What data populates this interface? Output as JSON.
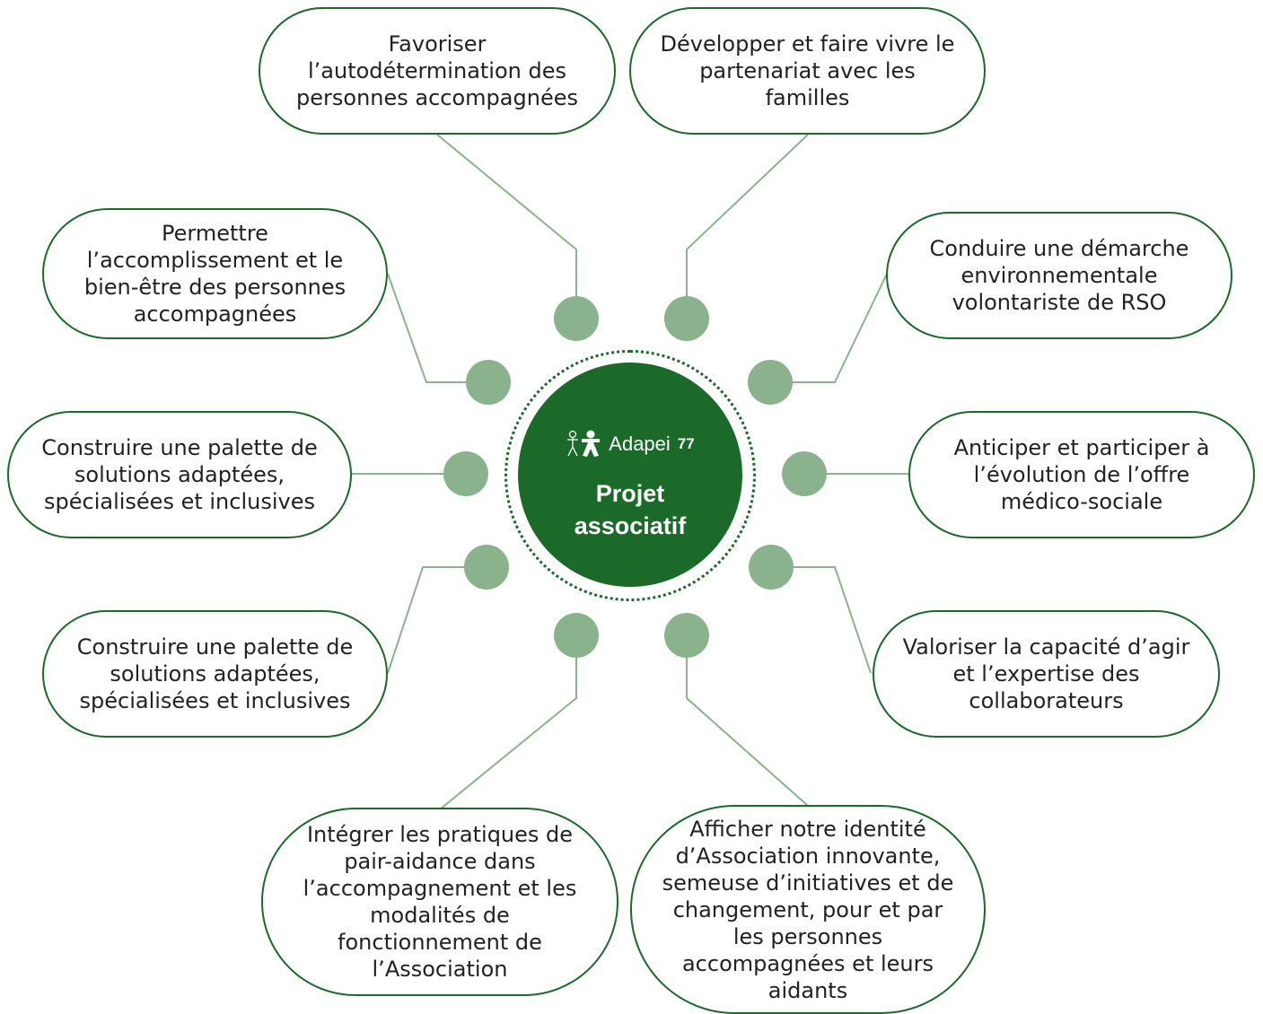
{
  "center": {
    "logo_text": "Adapei",
    "logo_number": "77",
    "title": "Projet\nassociatif"
  },
  "colors": {
    "primary_green": "#1b6a2a",
    "dot_green": "#8ab38d",
    "connector": "#8ab38d",
    "text": "#222222"
  },
  "goals": [
    {
      "id": "top-left",
      "text": "Favoriser\nl’autodétermination des\npersonnes accompagnées"
    },
    {
      "id": "top-right",
      "text": "Développer et faire vivre le\npartenariat avec les\nfamilles"
    },
    {
      "id": "upper-left",
      "text": "Permettre\nl’accomplissement et le\nbien-être des personnes\naccompagnées"
    },
    {
      "id": "upper-right",
      "text": "Conduire une démarche\nenvironnementale\nvolontariste de RSO"
    },
    {
      "id": "middle-left",
      "text": "Construire une palette de\nsolutions adaptées,\nspécialisées et inclusives"
    },
    {
      "id": "middle-right",
      "text": "Anticiper et participer à\nl’évolution de l’offre\nmédico-sociale"
    },
    {
      "id": "lower-left",
      "text": "Construire une palette de\nsolutions adaptées,\nspécialisées et inclusives"
    },
    {
      "id": "lower-right",
      "text": "Valoriser la capacité d’agir\net l’expertise des\ncollaborateurs"
    },
    {
      "id": "bottom-left",
      "text": "Intégrer les pratiques de\npair-aidance dans\nl’accompagnement et les\nmodalités de\nfonctionnement de\nl’Association"
    },
    {
      "id": "bottom-right",
      "text": "Afficher notre identité\nd’Association innovante,\nsemeuse d’initiatives et de\nchangement, pour et par\nles personnes\naccompagnées et leurs\naidants"
    }
  ]
}
